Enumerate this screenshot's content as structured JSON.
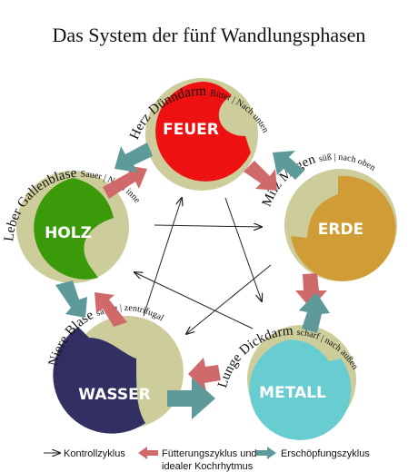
{
  "title": "Das System der fünf Wandlungsphasen",
  "colors": {
    "beige": "#cdcc9b",
    "feuer": "#ee1111",
    "erde": "#d09c35",
    "metall": "#68cdd1",
    "wasser": "#323063",
    "holz": "#3b9a0a",
    "feed_arrow": "#d06a6a",
    "exhaust_arrow": "#5f9a9b",
    "control_line": "#222222"
  },
  "phases": {
    "feuer": {
      "name": "FEUER",
      "organs": "Herz Dünndarm",
      "qualities": "Bitter | Nach unten"
    },
    "erde": {
      "name": "ERDE",
      "organs": "Milz Magen",
      "qualities": "süß | nach oben"
    },
    "metall": {
      "name": "METALL",
      "organs": "Lunge Dickdarm",
      "qualities": "scharf | nach außen"
    },
    "wasser": {
      "name": "WASSER",
      "organs": "Niere Blase",
      "qualities": "salzig | zentrifugal"
    },
    "holz": {
      "name": "HOLZ",
      "organs": "Leber Gallenblase",
      "qualities": "Sauer | Nach innen"
    }
  },
  "legend": {
    "control": "Kontrollzyklus",
    "feeding_line1": "Fütterungszyklus und",
    "feeding_line2": "idealer Kochrhytmus",
    "exhaustion": "Erschöpfungszyklus"
  }
}
